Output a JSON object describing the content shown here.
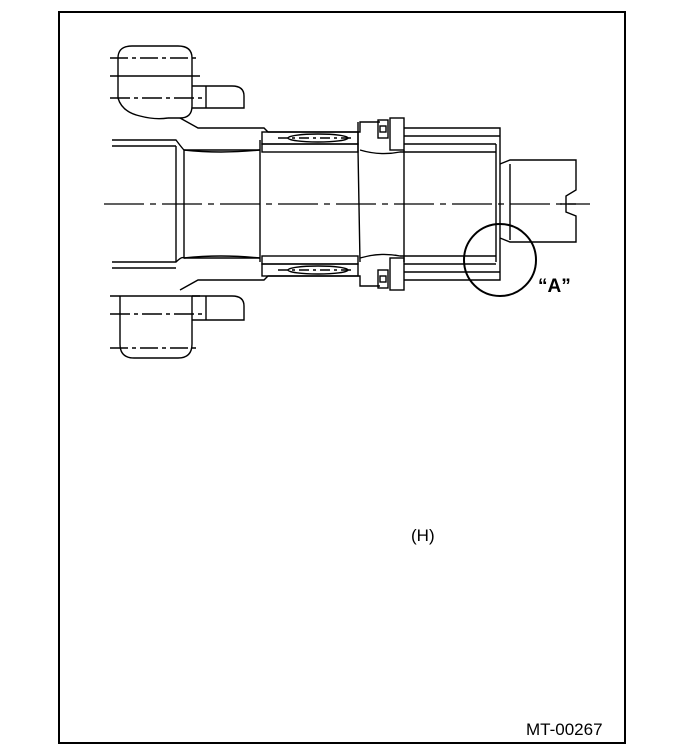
{
  "figure": {
    "detail_label": "“A”",
    "dimension_label": "(H)",
    "figure_code": "MT-00267"
  },
  "colors": {
    "line": "#000000",
    "background": "#ffffff"
  }
}
